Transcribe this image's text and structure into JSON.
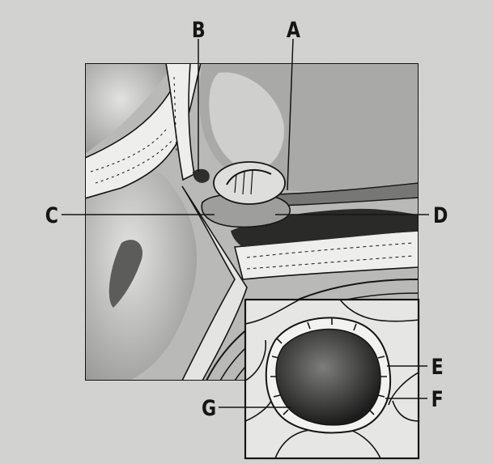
{
  "diagram": {
    "labels": {
      "a": "A",
      "b": "B",
      "c": "C",
      "d": "D",
      "e": "E",
      "f": "F",
      "g": "G"
    }
  },
  "colors": {
    "paper": "#d4d4d2",
    "ink": "#151515",
    "bone": "#eeeeec",
    "shade": "#8c8c8a"
  }
}
